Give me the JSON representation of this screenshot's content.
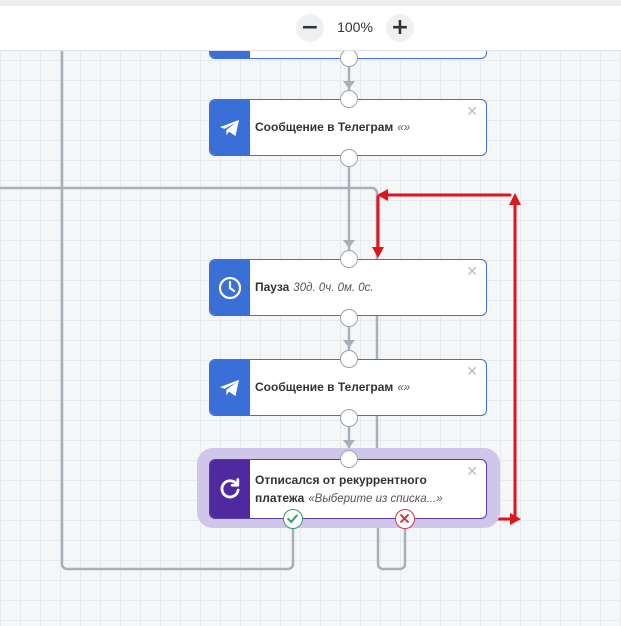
{
  "toolbar": {
    "zoom_out_label": "−",
    "zoom_in_label": "+",
    "zoom_level": "100%"
  },
  "nodes": [
    {
      "title": "Сообщение в Телеграм",
      "param": "«»",
      "icon": "telegram-icon"
    },
    {
      "title": "Пауза",
      "param": "30д. 0ч. 0м. 0с.",
      "icon": "clock-icon"
    },
    {
      "title": "Сообщение в Телеграм",
      "param": "«»",
      "icon": "telegram-icon"
    },
    {
      "title": "Отписался от рекуррентного платежа",
      "param": "«Выберите из списка...»",
      "icon": "refresh-icon"
    }
  ],
  "close_glyph": "✕",
  "colors": {
    "node_blue": "#3b6fd8",
    "node_purple": "#4f2a9e",
    "halo": "#cfc6ea",
    "annotation_red": "#e0141b",
    "success_green": "#2e9e6e",
    "fail_red": "#d63649",
    "wire_gray": "#a7b0b7"
  }
}
